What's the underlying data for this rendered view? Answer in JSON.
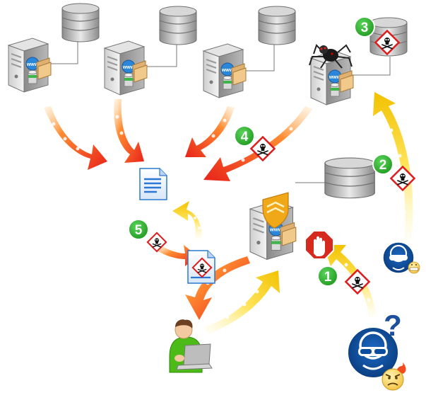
{
  "steps": [
    {
      "number": "1"
    },
    {
      "number": "2"
    },
    {
      "number": "3"
    },
    {
      "number": "4"
    },
    {
      "number": "5"
    }
  ],
  "question_mark": "?",
  "colors": {
    "red_arrow_start": "#ffb347",
    "red_arrow_end": "#e8231a",
    "yellow_arrow_start": "#fff6b0",
    "yellow_arrow_end": "#f2c200",
    "step_badge": "#2db92d",
    "hazard_red": "#e01b1b",
    "stop_sign": "#d62a1e",
    "mandatory_blue": "#0a4d9c",
    "document_blue": "#2b78d4",
    "user_shirt": "#4cbb17",
    "shield_gold": "#f0a818"
  },
  "icons": [
    "server-icon",
    "database-icon",
    "document-icon",
    "poisoned-document-icon",
    "spider-icon",
    "hazard-skull-icon",
    "stop-hand-icon",
    "goggles-icon",
    "user-laptop-icon",
    "angry-face-icon",
    "grinning-face-icon",
    "shield-icon"
  ]
}
